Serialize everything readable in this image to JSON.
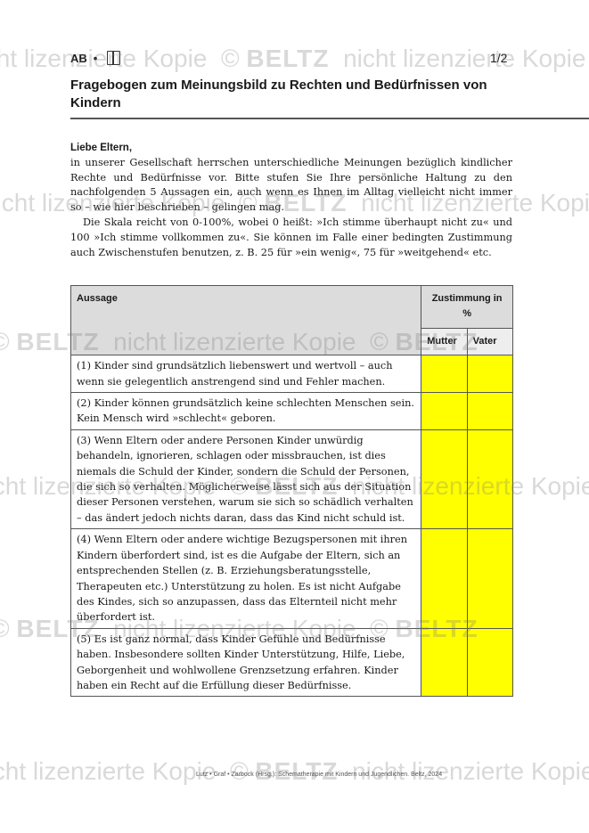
{
  "header": {
    "tag": "AB",
    "bullet": "•",
    "page": "1/2",
    "title": "Fragebogen zum Meinungsbild zu Rechten und Bedürfnissen von Kindern"
  },
  "intro": {
    "greeting": "Liebe Eltern,",
    "paragraph1": "in unserer Gesellschaft herrschen unterschiedliche Meinungen bezüglich kindlicher Rechte und Bedürfnisse vor. Bitte stufen Sie Ihre persönliche Haltung zu den nachfolgenden 5 Aussagen ein, auch wenn es Ihnen im Alltag vielleicht nicht immer so – wie hier beschrieben – gelingen mag.",
    "paragraph2": "Die Skala reicht von 0-100%, wobei 0 heißt: »Ich stimme überhaupt nicht zu« und 100 »Ich stimme vollkommen zu«. Sie können im Falle einer bedingten Zustimmung auch Zwischenstufen benutzen, z. B. 25 für »ein wenig«, 75 für »weitgehend« etc."
  },
  "table": {
    "col_statement": "Aussage",
    "col_agreement": "Zustimmung in %",
    "col_mother": "Mutter",
    "col_father": "Vater",
    "rows": [
      "(1) Kinder sind grundsätzlich liebenswert und wertvoll – auch wenn sie gelegentlich anstrengend sind und Fehler machen.",
      "(2) Kinder können grundsätzlich keine schlechten Menschen sein. Kein Mensch wird »schlecht« geboren.",
      "(3) Wenn Eltern oder andere Personen Kinder unwürdig behandeln, ignorieren, schlagen oder missbrauchen, ist dies niemals die Schuld der Kinder, sondern die Schuld der Personen, die sich so verhalten. Möglicherweise lässt sich aus der Situation dieser Personen verstehen, warum sie sich so schädlich verhalten – das ändert jedoch nichts daran, dass das Kind nicht schuld ist.",
      "(4) Wenn Eltern oder andere wichtige Bezugspersonen mit ihren Kindern überfordert sind, ist es die Aufgabe der Eltern, sich an entsprechenden Stellen (z. B. Erziehungsberatungsstelle, Therapeuten etc.) Unterstützung zu holen. Es ist nicht Aufgabe des Kindes, sich so anzupassen, dass das Elternteil nicht mehr überfordert ist.",
      "(5) Es ist ganz normal, dass Kinder Gefühle und Bedürfnisse haben. Insbesondere sollten Kinder Unterstützung, Hilfe, Liebe, Geborgenheit und wohlwollene Grenzsetzung erfahren. Kinder haben ein Recht auf die Erfüllung dieser Bedürfnisse."
    ]
  },
  "watermark": {
    "copyright": "©",
    "brand": "BELTZ",
    "text": "nicht lizenzierte Kopie"
  },
  "footer": {
    "citation": "Lutz • Graf • Zarbock (Hrsg.): Schematherapie mit Kindern und Jugendlichen. Beltz, 2024"
  },
  "colors": {
    "answer_cell": "#ffff00",
    "header_cell": "#dcdcdc"
  }
}
